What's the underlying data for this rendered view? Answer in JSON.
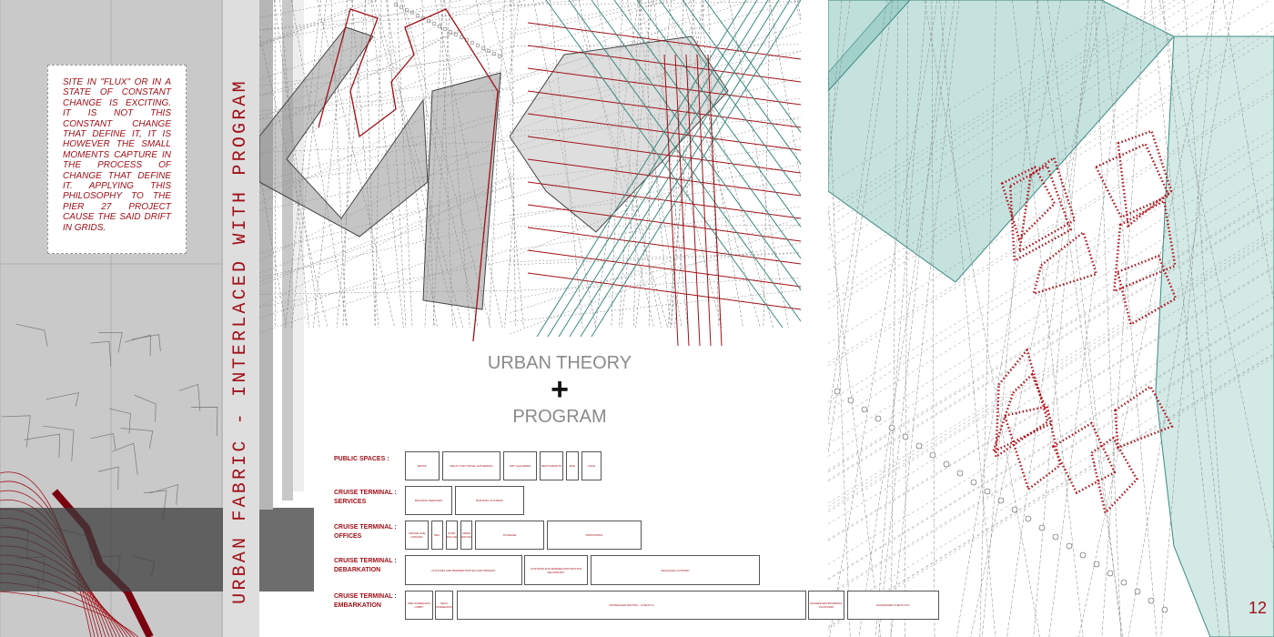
{
  "sidebar": {
    "quote": "SITE IN \"FLUX\" OR IN A STATE OF CONSTANT CHANGE IS EXCITING. IT IS NOT THIS CONSTANT CHANGE THAT DEFINE IT, IT IS HOWEVER THE SMALL MOMENTS CAPTURE IN THE PROCESS OF CHANGE THAT DEFINE IT. APPLYING THIS PHILOSOPHY TO THE PIER 27 PROJECT CAUSE THE SAID DRIFT IN GRIDS.",
    "vertical_title": "URBAN FABRIC - INTERLACED WITH PROGRAM"
  },
  "center": {
    "line1": "URBAN THEORY",
    "plus": "+",
    "line2": "PROGRAM"
  },
  "program": {
    "rows": [
      {
        "label": "PUBLIC SPACES      :",
        "boxes": [
          "RETAIL",
          "MULTI FUNCTIONAL GATHERING",
          "ART GALLERIES",
          "RESTAURANTS",
          "BAR",
          "CAFE"
        ]
      },
      {
        "label": "CRUISE TERMINAL : SERVICES",
        "boxes": [
          "BUILDING SERVICES",
          "BUILDING SYSTEMS"
        ]
      },
      {
        "label": "CRUISE TERMINAL : OFFICES",
        "boxes": [
          "CRUISE LINE OFFICES",
          "SEC.",
          "PORT POLICE",
          "CREW SPACES",
          "STORAGE",
          "PROVISIONS"
        ]
      },
      {
        "label": "CRUISE TERMINAL : DEBARKATION",
        "boxes": [
          "CUSTOMS AND BORDER PROTECTION PRIMARY",
          "CUSTOMS AND BORDER PROTECTION SECONDARY",
          "BAGGAGE LAYDOWN"
        ]
      },
      {
        "label": "CRUISE TERMINAL : EMBARKATION",
        "boxes": [
          "PRE SCREENING LOBBY",
          "SECU SCREENING",
          "PASSENGER WAITING - CHECK IN",
          "PASSENGER BOARDING PLATFORM",
          "PASSENGER CHECK OUT"
        ]
      }
    ]
  },
  "page_number": "12",
  "colors": {
    "accent_red": "#a01018",
    "teal": "#7fbfb8",
    "panel_gray": "#c9c9c9"
  }
}
